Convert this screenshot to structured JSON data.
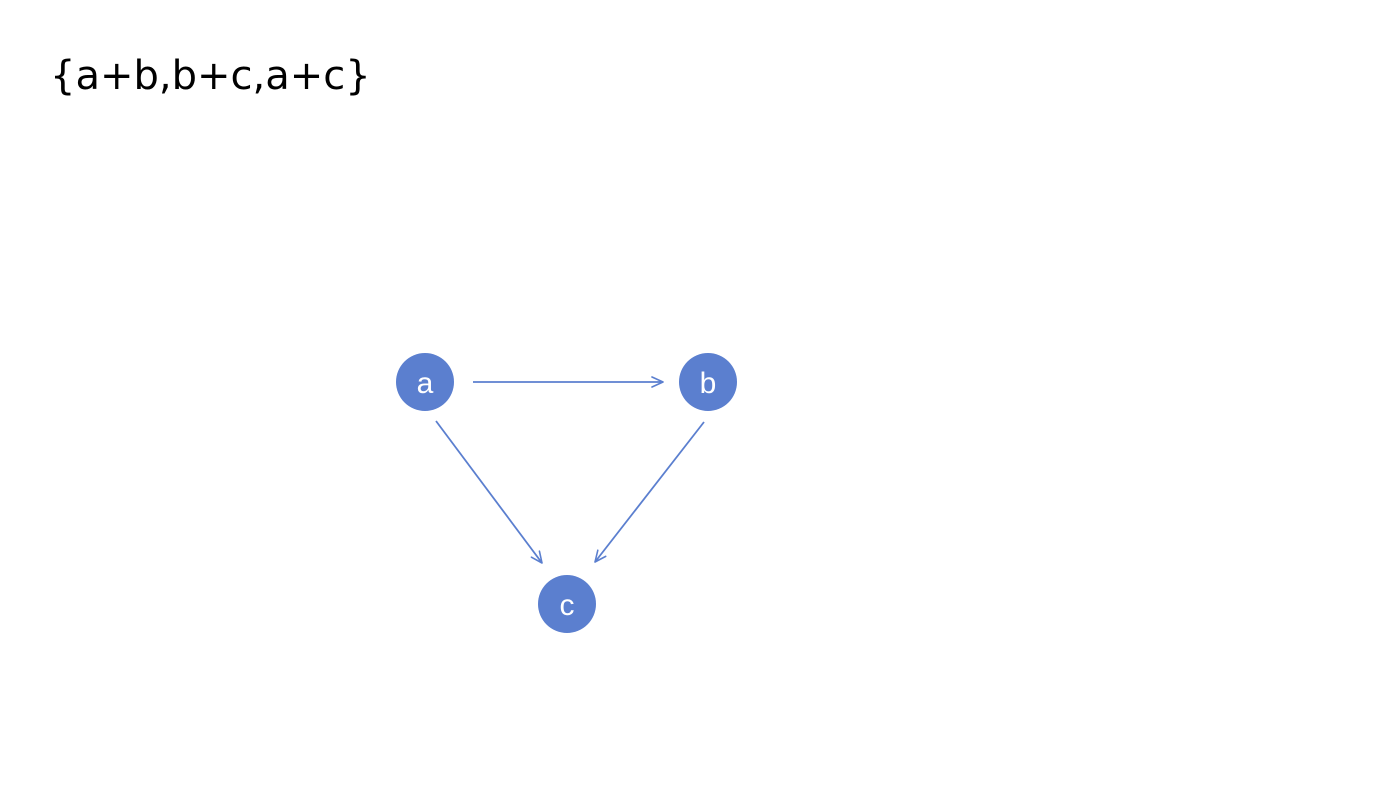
{
  "header": {
    "expression": "{a+b,b+c,a+c}"
  },
  "graph": {
    "colors": {
      "node_fill": "#5b7fcf",
      "edge_stroke": "#5b7fcf",
      "label": "#ffffff"
    },
    "nodes": [
      {
        "id": "a",
        "label": "a"
      },
      {
        "id": "b",
        "label": "b"
      },
      {
        "id": "c",
        "label": "c"
      }
    ],
    "edges": [
      {
        "from": "a",
        "to": "b"
      },
      {
        "from": "a",
        "to": "c"
      },
      {
        "from": "b",
        "to": "c"
      }
    ]
  }
}
